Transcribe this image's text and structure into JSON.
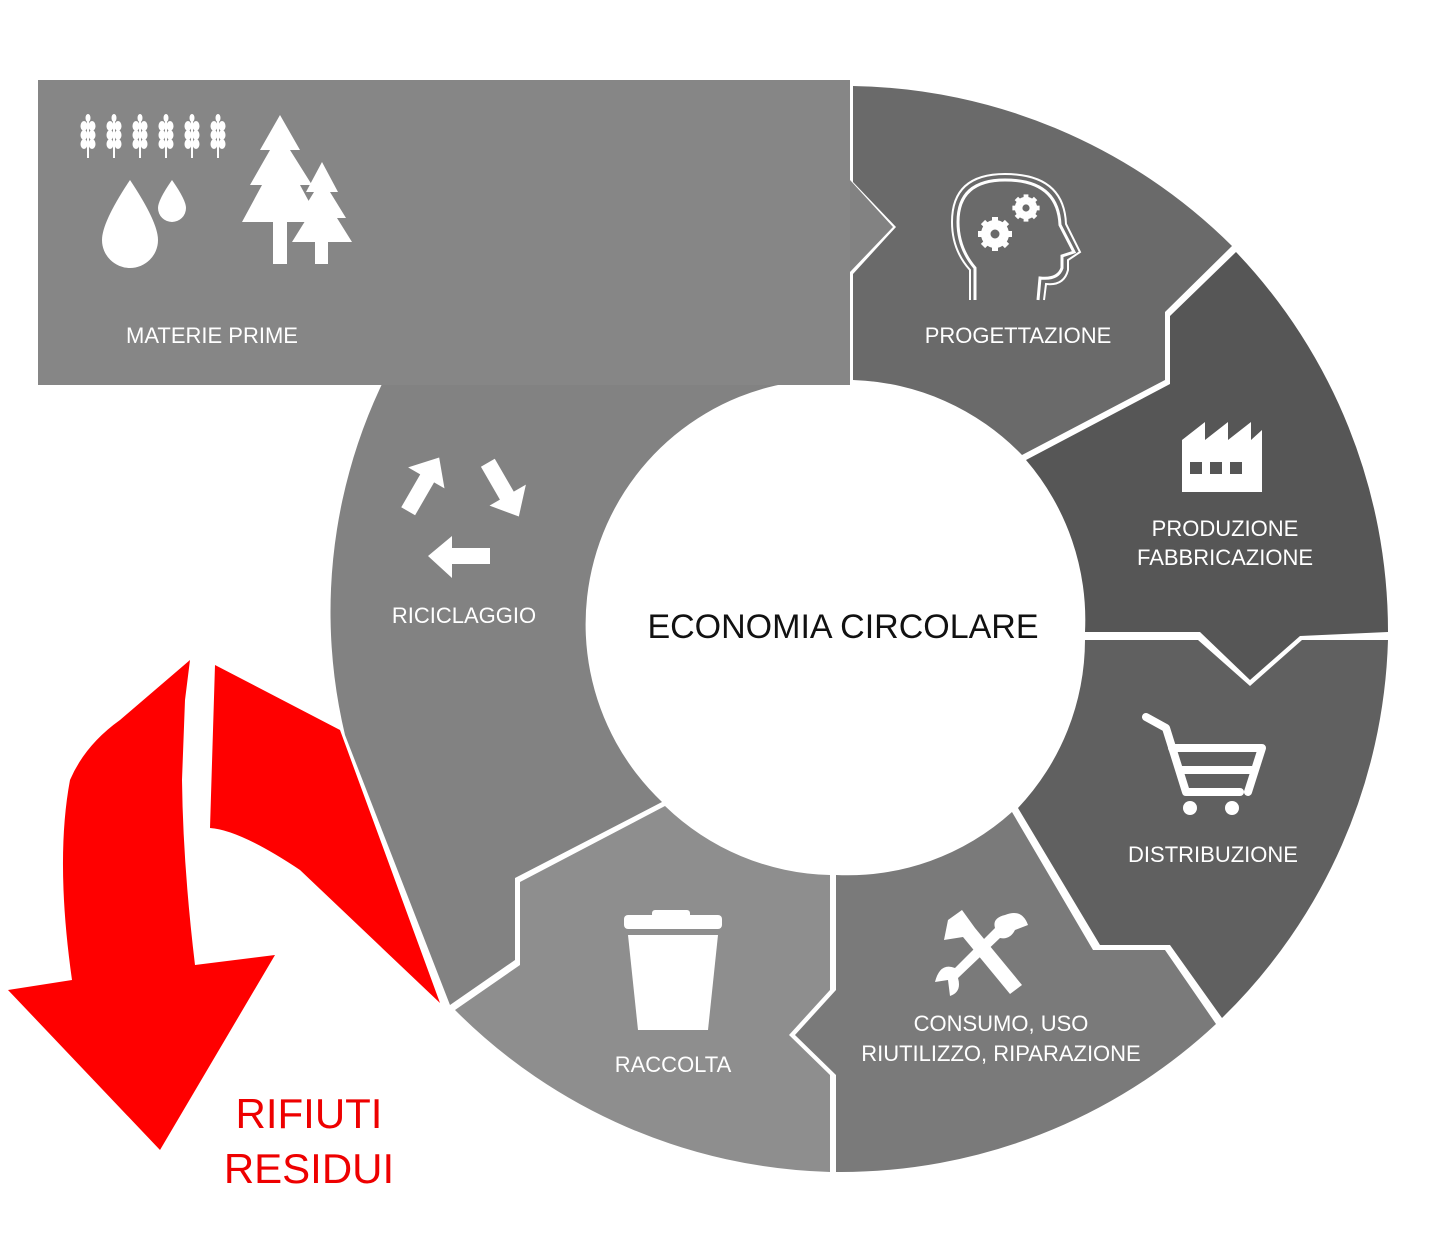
{
  "center": {
    "label": "ECONOMIA CIRCOLARE"
  },
  "stages": [
    {
      "id": "materie-prime",
      "label": "MATERIE PRIME",
      "icon": "raw-materials-icon",
      "color": "#868686"
    },
    {
      "id": "progettazione",
      "label": "PROGETTAZIONE",
      "icon": "head-gears-icon",
      "color": "#6a6a6a"
    },
    {
      "id": "produzione",
      "label_line1": "PRODUZIONE",
      "label_line2": "FABBRICAZIONE",
      "icon": "factory-icon",
      "color": "#565656"
    },
    {
      "id": "distribuzione",
      "label": "DISTRIBUZIONE",
      "icon": "shopping-cart-icon",
      "color": "#606060"
    },
    {
      "id": "consumo",
      "label_line1": "CONSUMO, USO",
      "label_line2": "RIUTILIZZO, RIPARAZIONE",
      "icon": "tools-icon",
      "color": "#7a7a7a"
    },
    {
      "id": "raccolta",
      "label": "RACCOLTA",
      "icon": "recycle-bin-icon",
      "color": "#8e8e8e"
    },
    {
      "id": "riciclaggio",
      "label": "RICICLAGGIO",
      "icon": "recycle-icon",
      "color": "#828282"
    }
  ],
  "waste": {
    "line1": "RIFIUTI",
    "line2": "RESIDUI",
    "color": "#ee0000",
    "arrow_color": "#ff0000"
  }
}
